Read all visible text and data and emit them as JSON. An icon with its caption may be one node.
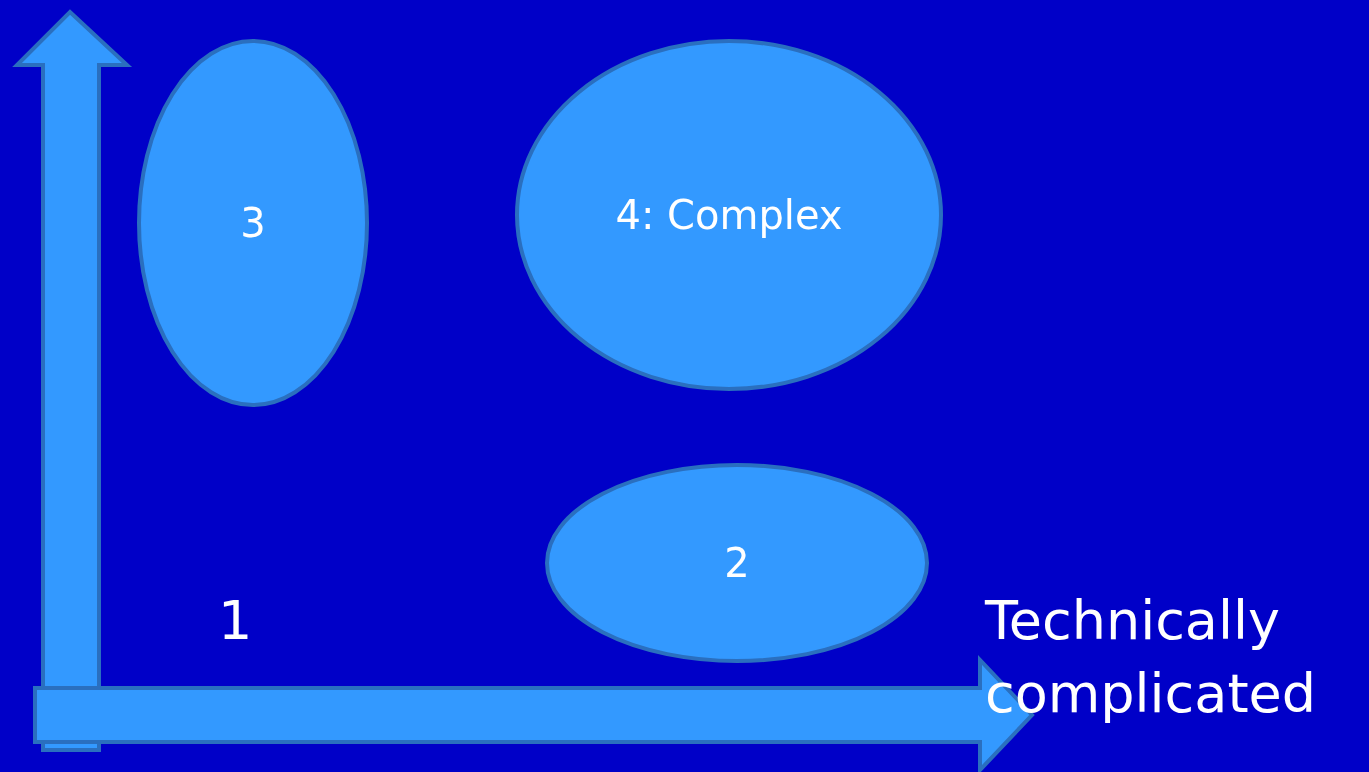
{
  "diagram": {
    "nodes": [
      {
        "text": [
          "3"
        ]
      },
      {
        "text": [
          "4: Complex"
        ]
      },
      {
        "text": [
          "2"
        ]
      }
    ],
    "labels": [
      "1",
      "Technically complicated"
    ]
  }
}
